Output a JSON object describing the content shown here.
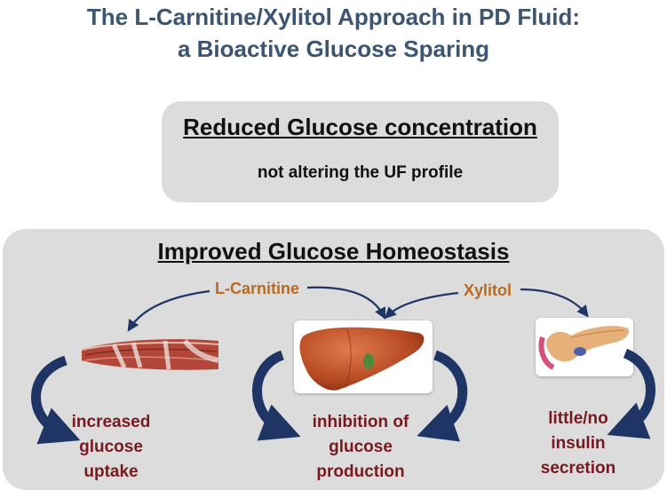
{
  "title": {
    "line1": "The L-Carnitine/Xylitol Approach in PD Fluid:",
    "line2": "a Bioactive Glucose Sparing"
  },
  "top_box": {
    "heading": "Reduced Glucose concentration",
    "subtext": "not altering the UF profile"
  },
  "bottom_box": {
    "heading": "Improved Glucose Homeostasis",
    "agents": {
      "carnitine": "L-Carnitine",
      "xylitol": "Xylitol"
    },
    "effects": {
      "muscle": [
        "increased",
        "glucose",
        "uptake"
      ],
      "liver": [
        "inhibition of",
        "glucose",
        "production"
      ],
      "pancreas": [
        "little/no",
        "insulin",
        "secretion"
      ]
    }
  },
  "icons": {
    "muscle": "muscle-tissue-icon",
    "liver": "liver-icon",
    "pancreas": "pancreas-icon"
  },
  "colors": {
    "title": "#3b5572",
    "box": "#dcdcdc",
    "agent_text": "#b86a22",
    "effect_text": "#7a1820",
    "arrow": "#1f3566"
  }
}
